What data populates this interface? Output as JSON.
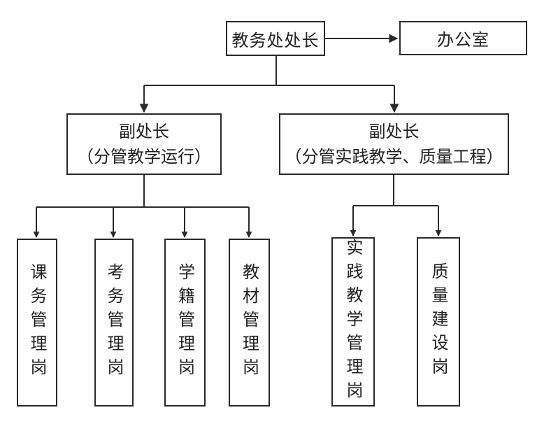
{
  "head": {
    "label": "教务处处长"
  },
  "office": {
    "label": "办公室"
  },
  "vp_left": {
    "title": "副处长",
    "subtitle": "（分管教学运行）"
  },
  "vp_right": {
    "title": "副处长",
    "subtitle": "（分管实践教学、质量工程）"
  },
  "posts_left": [
    {
      "label": "课务管理岗"
    },
    {
      "label": "考务管理岗"
    },
    {
      "label": "学籍管理岗"
    },
    {
      "label": "教材管理岗"
    }
  ],
  "posts_right": [
    {
      "label": "实践教学管理岗"
    },
    {
      "label": "质量建设岗"
    }
  ]
}
